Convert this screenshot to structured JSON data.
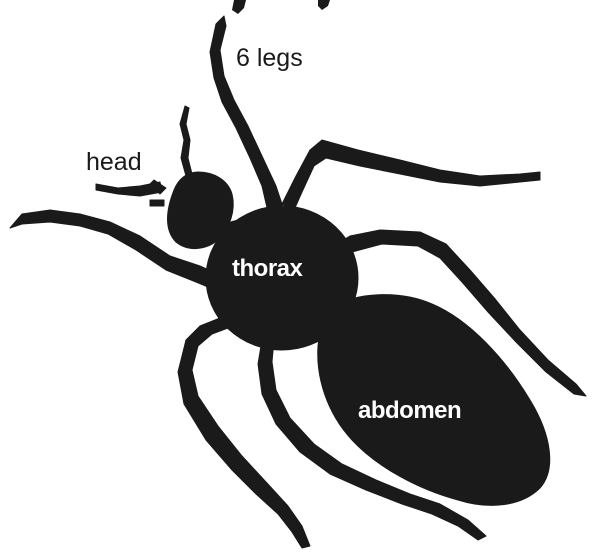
{
  "diagram": {
    "labels": {
      "legs": "6 legs",
      "head": "head",
      "thorax": "thorax",
      "abdomen": "abdomen"
    },
    "colors": {
      "silhouette": "#1a1a1a",
      "background": "#ffffff",
      "inner_label": "#ffffff",
      "outer_label": "#1a1a1a"
    }
  }
}
